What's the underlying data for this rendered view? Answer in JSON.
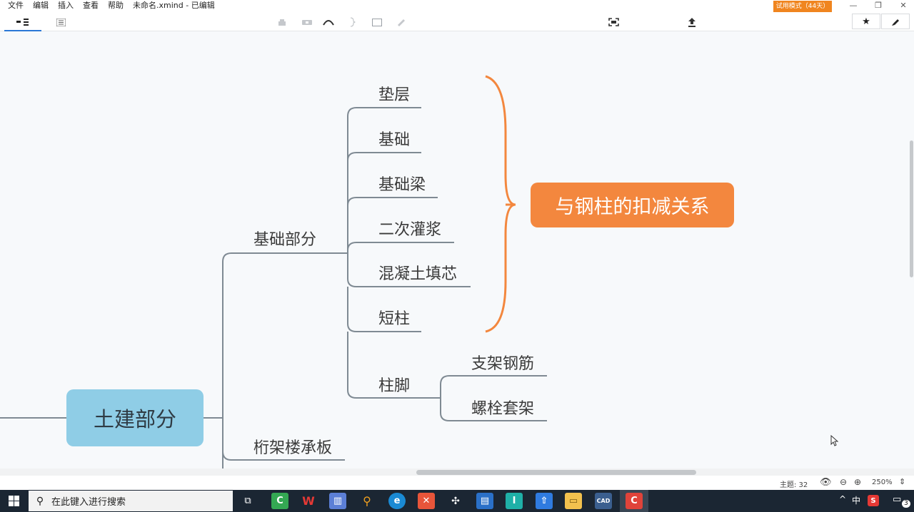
{
  "menu": [
    "文件",
    "编辑",
    "插入",
    "查看",
    "帮助"
  ],
  "window_title": "未命名.xmind - 已编辑",
  "trial_badge": "试用模式（44天）",
  "window_controls": {
    "minimize": "—",
    "restore": "❐",
    "close": "✕"
  },
  "toolbar": {
    "left_icons": [
      "mindmap-view-icon",
      "outline-view-icon"
    ],
    "center_icons": [
      "topic-icon",
      "subtopic-icon",
      "relationship-icon",
      "summary-icon",
      "boundary-icon",
      "format-icon"
    ],
    "right_icons": [
      "fit-screen-icon",
      "share-export-icon",
      "star-icon",
      "marker-icon"
    ]
  },
  "mindmap": {
    "root": "土建部分",
    "main_topics": [
      "基础部分",
      "桁架楼承板"
    ],
    "foundation_subtopics": [
      "垫层",
      "基础",
      "基础梁",
      "二次灌浆",
      "混凝土填芯",
      "短柱",
      "柱脚"
    ],
    "column_foot_subtopics": [
      "支架钢筋",
      "螺栓套架"
    ],
    "summary": "与钢柱的扣减关系"
  },
  "colors": {
    "root": "#8fcde6",
    "summary": "#f3873e",
    "line": "#7f8a93",
    "brace": "#f3873e"
  },
  "status": {
    "topic_count": "主题: 32",
    "zoom": "250%"
  },
  "taskbar": {
    "search_placeholder": "在此键入进行搜索",
    "ime": "中",
    "notification_count": "3"
  }
}
